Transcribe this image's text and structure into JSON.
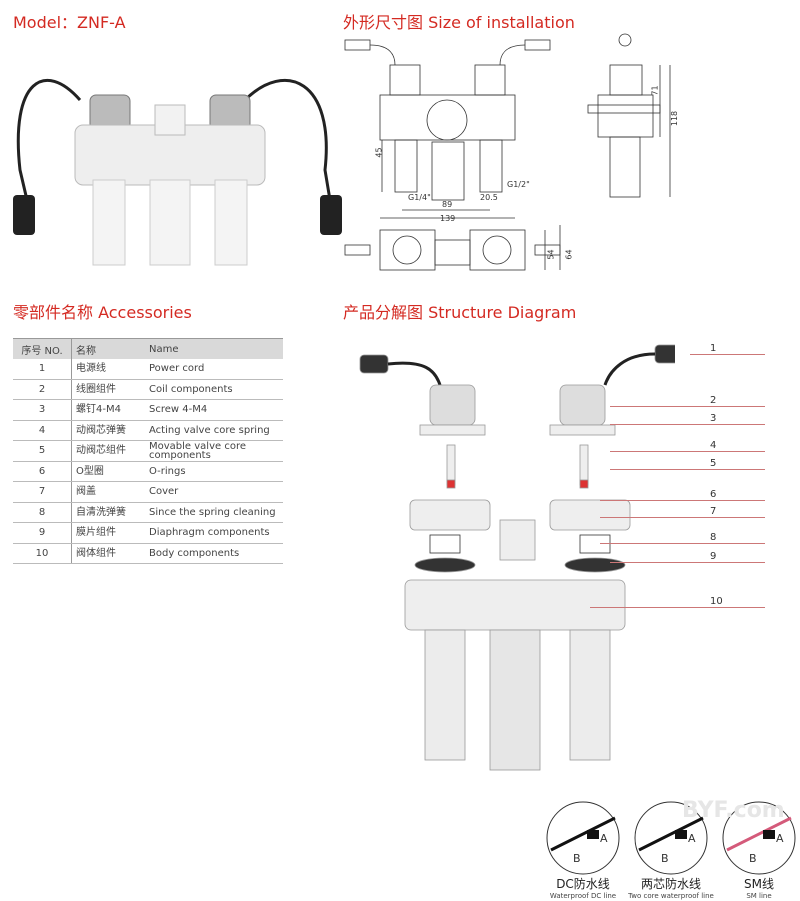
{
  "headings": {
    "model": "Model：ZNF-A",
    "installation": "外形尺寸图 Size of installation",
    "accessories": "零部件名称 Accessories",
    "structure": "产品分解图 Structure Diagram"
  },
  "dimensions": {
    "d45": "45",
    "d89": "89",
    "d20_5": "20.5",
    "g14": "G1/4\"",
    "g12": "G1/2\"",
    "d139": "139",
    "d54": "54",
    "d64": "64",
    "d71": "71",
    "d118": "118"
  },
  "table": {
    "headers": {
      "no": "序号 NO.",
      "cn": "名称",
      "en": "Name"
    },
    "rows": [
      {
        "no": "1",
        "cn": "电源线",
        "en": "Power cord"
      },
      {
        "no": "2",
        "cn": "线圈组件",
        "en": "Coil components"
      },
      {
        "no": "3",
        "cn": "螺钉4-M4",
        "en": "Screw 4-M4"
      },
      {
        "no": "4",
        "cn": "动阀芯弹簧",
        "en": "Acting valve core spring"
      },
      {
        "no": "5",
        "cn": "动阀芯组件",
        "en": "Movable valve core components"
      },
      {
        "no": "6",
        "cn": "O型圈",
        "en": "O-rings"
      },
      {
        "no": "7",
        "cn": "阀盖",
        "en": "Cover"
      },
      {
        "no": "8",
        "cn": "自清洗弹簧",
        "en": "Since the spring cleaning"
      },
      {
        "no": "9",
        "cn": "膜片组件",
        "en": "Diaphragm components"
      },
      {
        "no": "10",
        "cn": "阀体组件",
        "en": "Body components"
      }
    ]
  },
  "callouts": [
    "1",
    "2",
    "3",
    "4",
    "5",
    "6",
    "7",
    "8",
    "9",
    "10"
  ],
  "connectors": [
    {
      "cn": "DC防水线",
      "en": "Waterproof DC line",
      "a": "A",
      "b": "B"
    },
    {
      "cn": "两芯防水线",
      "en": "Two core waterproof line",
      "a": "A",
      "b": "B"
    },
    {
      "cn": "SM线",
      "en": "SM line",
      "a": "A",
      "b": "B"
    }
  ],
  "watermark": "BYF.com",
  "colors": {
    "heading": "#d42a22",
    "table_header": "#d9d9d9"
  }
}
